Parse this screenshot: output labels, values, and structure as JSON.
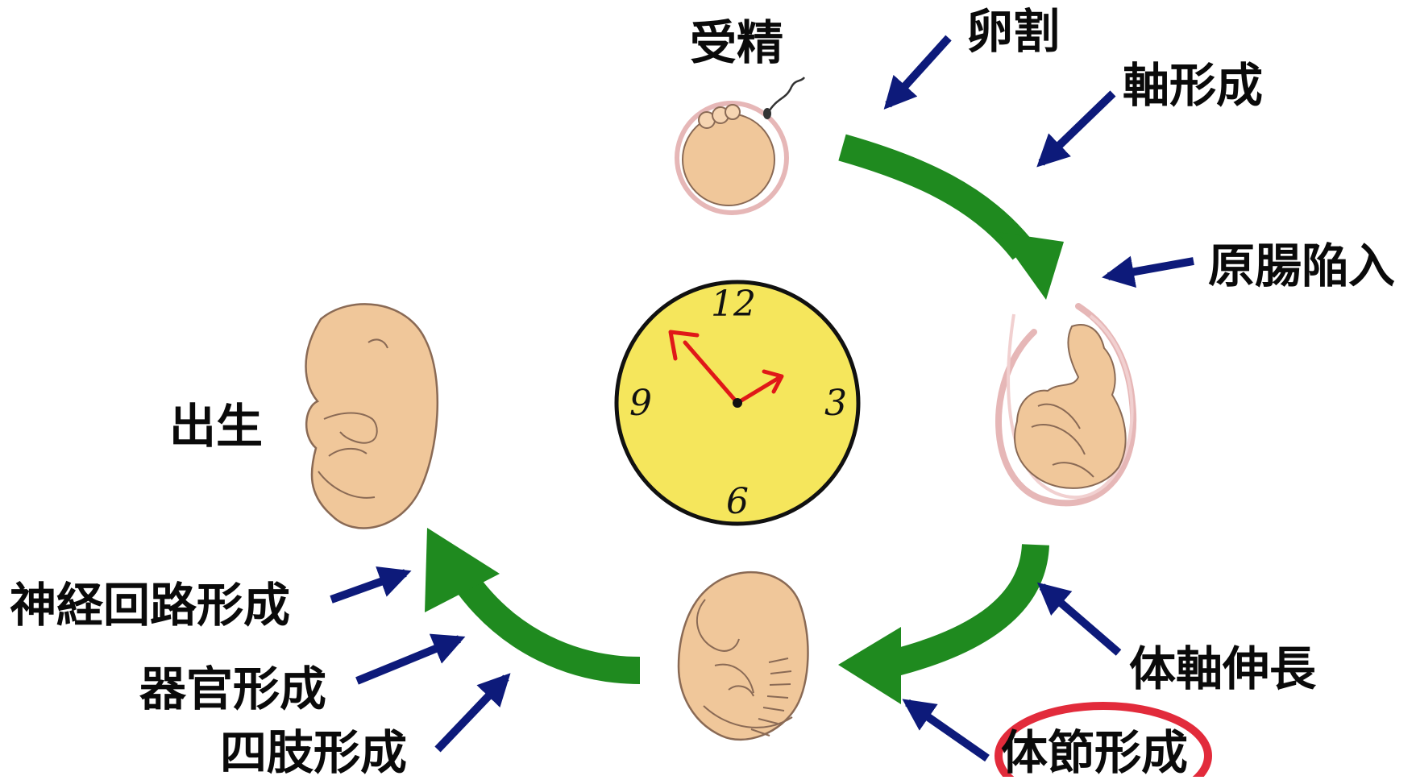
{
  "labels": {
    "fertilization": "受精",
    "cleavage": "卵割",
    "axis_formation": "軸形成",
    "gastrulation": "原腸陥入",
    "birth": "出生",
    "body_axis_elongation": "体軸伸長",
    "somitogenesis": "体節形成",
    "neural_circuit_formation": "神経回路形成",
    "organogenesis": "器官形成",
    "limb_formation": "四肢形成"
  },
  "clock": {
    "numerals": {
      "twelve": "12",
      "three": "3",
      "six": "6",
      "nine": "9"
    }
  },
  "colors": {
    "cycle_arrow": "#1f8a1f",
    "pointer_arrow": "#0d1a7a",
    "clock_face": "#f5e65c",
    "clock_hands": "#e01818",
    "highlight_ellipse": "#e22b3b",
    "embryo_fill": "#f0c79a",
    "embryo_outline": "#8a6a55",
    "membrane": "#e6b7b7"
  }
}
